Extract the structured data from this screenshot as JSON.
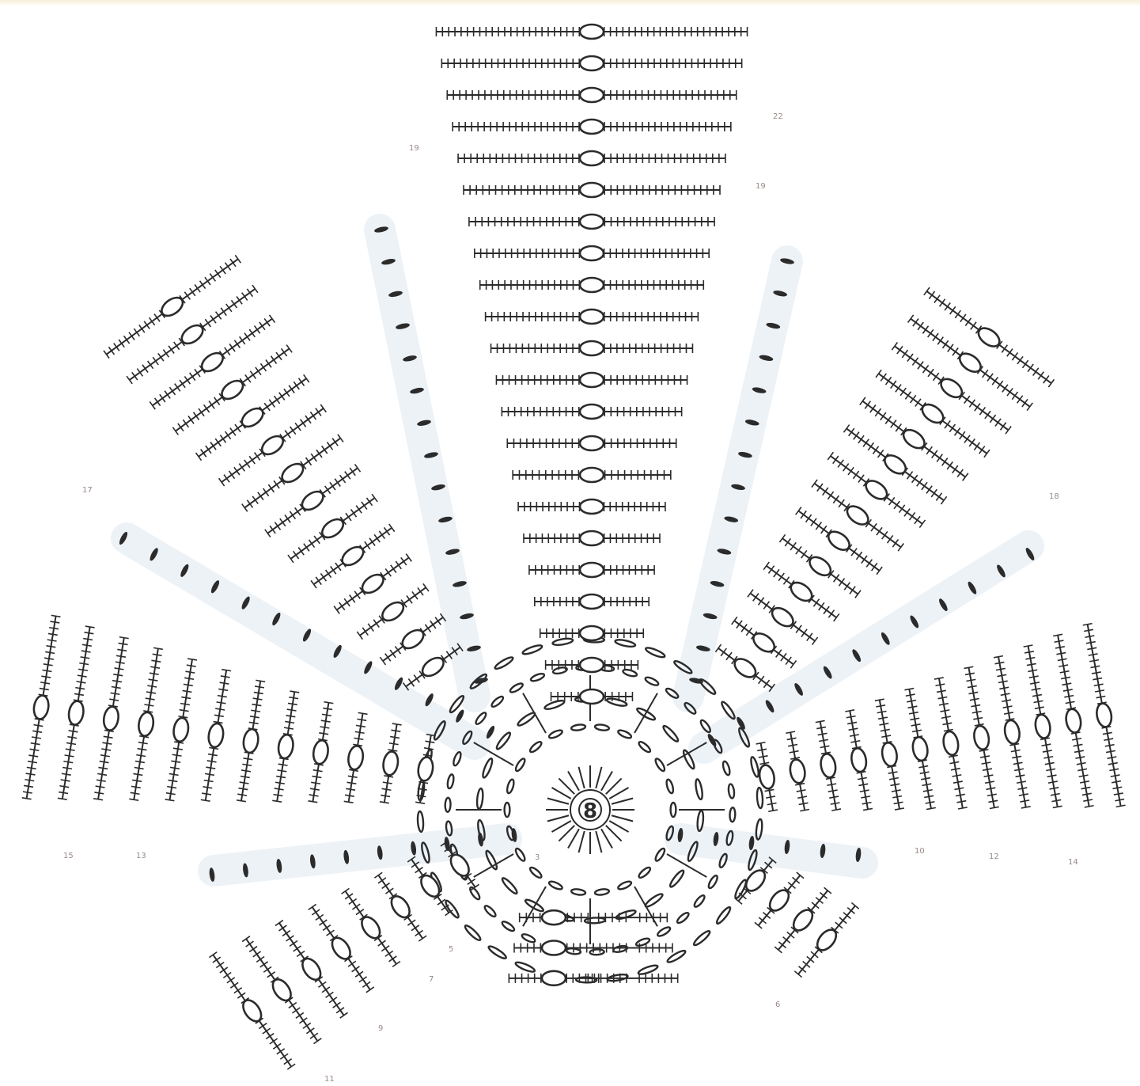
{
  "diagram": {
    "type": "crochet-chart",
    "center_label": "8",
    "colors": {
      "ink": "#2b2b2b",
      "number": "#9a8a88",
      "shade": "#dde6f0",
      "background": "#ffffff"
    },
    "round_numbers": [
      "22",
      "19",
      "19",
      "17",
      "18",
      "15",
      "13",
      "10",
      "12",
      "14",
      "11",
      "9",
      "7",
      "6",
      "5",
      "3"
    ]
  }
}
